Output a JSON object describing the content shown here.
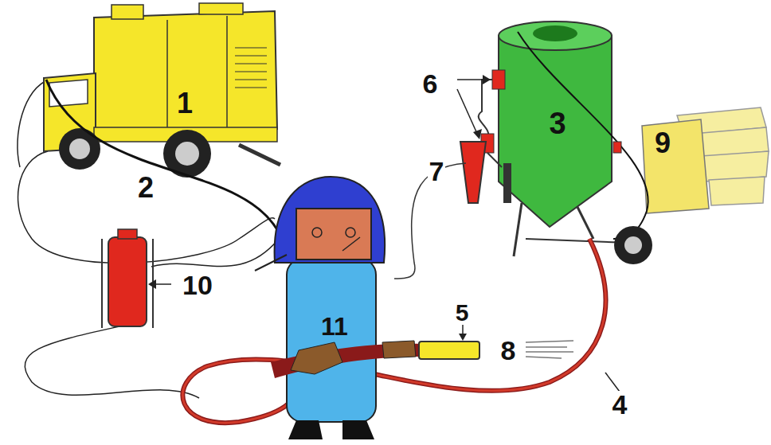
{
  "diagram": {
    "labels": [
      "1",
      "6",
      "3",
      "2",
      "7",
      "9",
      "10",
      "5",
      "11",
      "8",
      "4"
    ]
  }
}
